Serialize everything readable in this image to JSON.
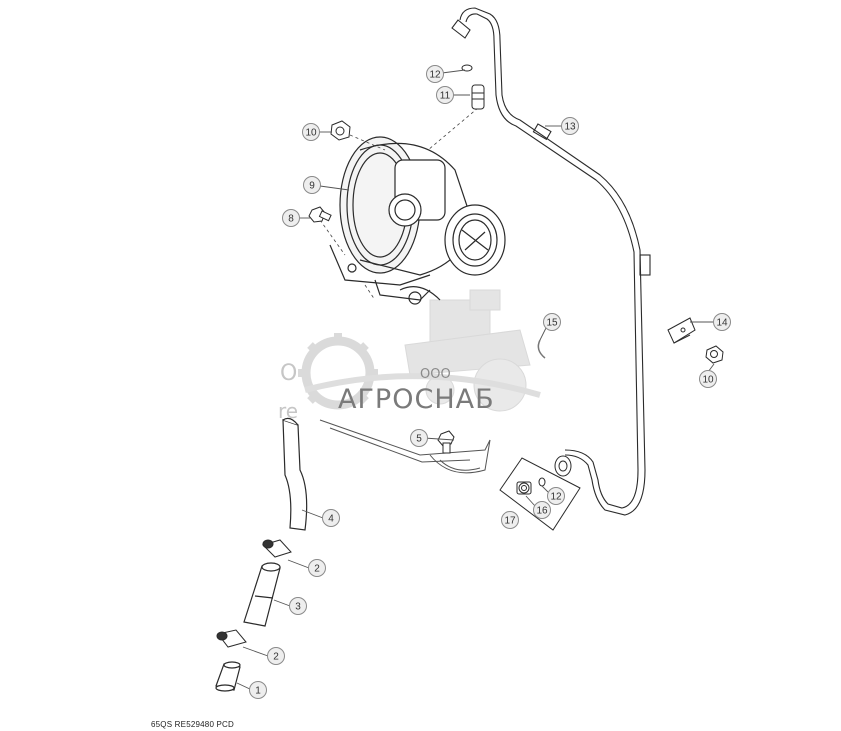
{
  "diagram": {
    "callouts": [
      {
        "id": "c1",
        "label": "1"
      },
      {
        "id": "c2a",
        "label": "2"
      },
      {
        "id": "c2b",
        "label": "2"
      },
      {
        "id": "c3",
        "label": "3"
      },
      {
        "id": "c4",
        "label": "4"
      },
      {
        "id": "c5",
        "label": "5"
      },
      {
        "id": "c8",
        "label": "8"
      },
      {
        "id": "c9",
        "label": "9"
      },
      {
        "id": "c10a",
        "label": "10"
      },
      {
        "id": "c10b",
        "label": "10"
      },
      {
        "id": "c11",
        "label": "11"
      },
      {
        "id": "c12a",
        "label": "12"
      },
      {
        "id": "c12b",
        "label": "12"
      },
      {
        "id": "c13",
        "label": "13"
      },
      {
        "id": "c14",
        "label": "14"
      },
      {
        "id": "c15",
        "label": "15"
      },
      {
        "id": "c16",
        "label": "16"
      },
      {
        "id": "c17",
        "label": "17"
      }
    ],
    "footer_code": "65QS RE529480 PCD"
  },
  "watermark": {
    "company_prefix": "ООО",
    "company_name": "АГРОСНАБ",
    "side_letters_top": "O",
    "side_letters_bottom": "re"
  },
  "colors": {
    "line": "#2b2b2b",
    "watermark_gray": "#c8c8c8",
    "callout_stroke": "#8a8a8a",
    "callout_fill": "#eeeeee"
  }
}
